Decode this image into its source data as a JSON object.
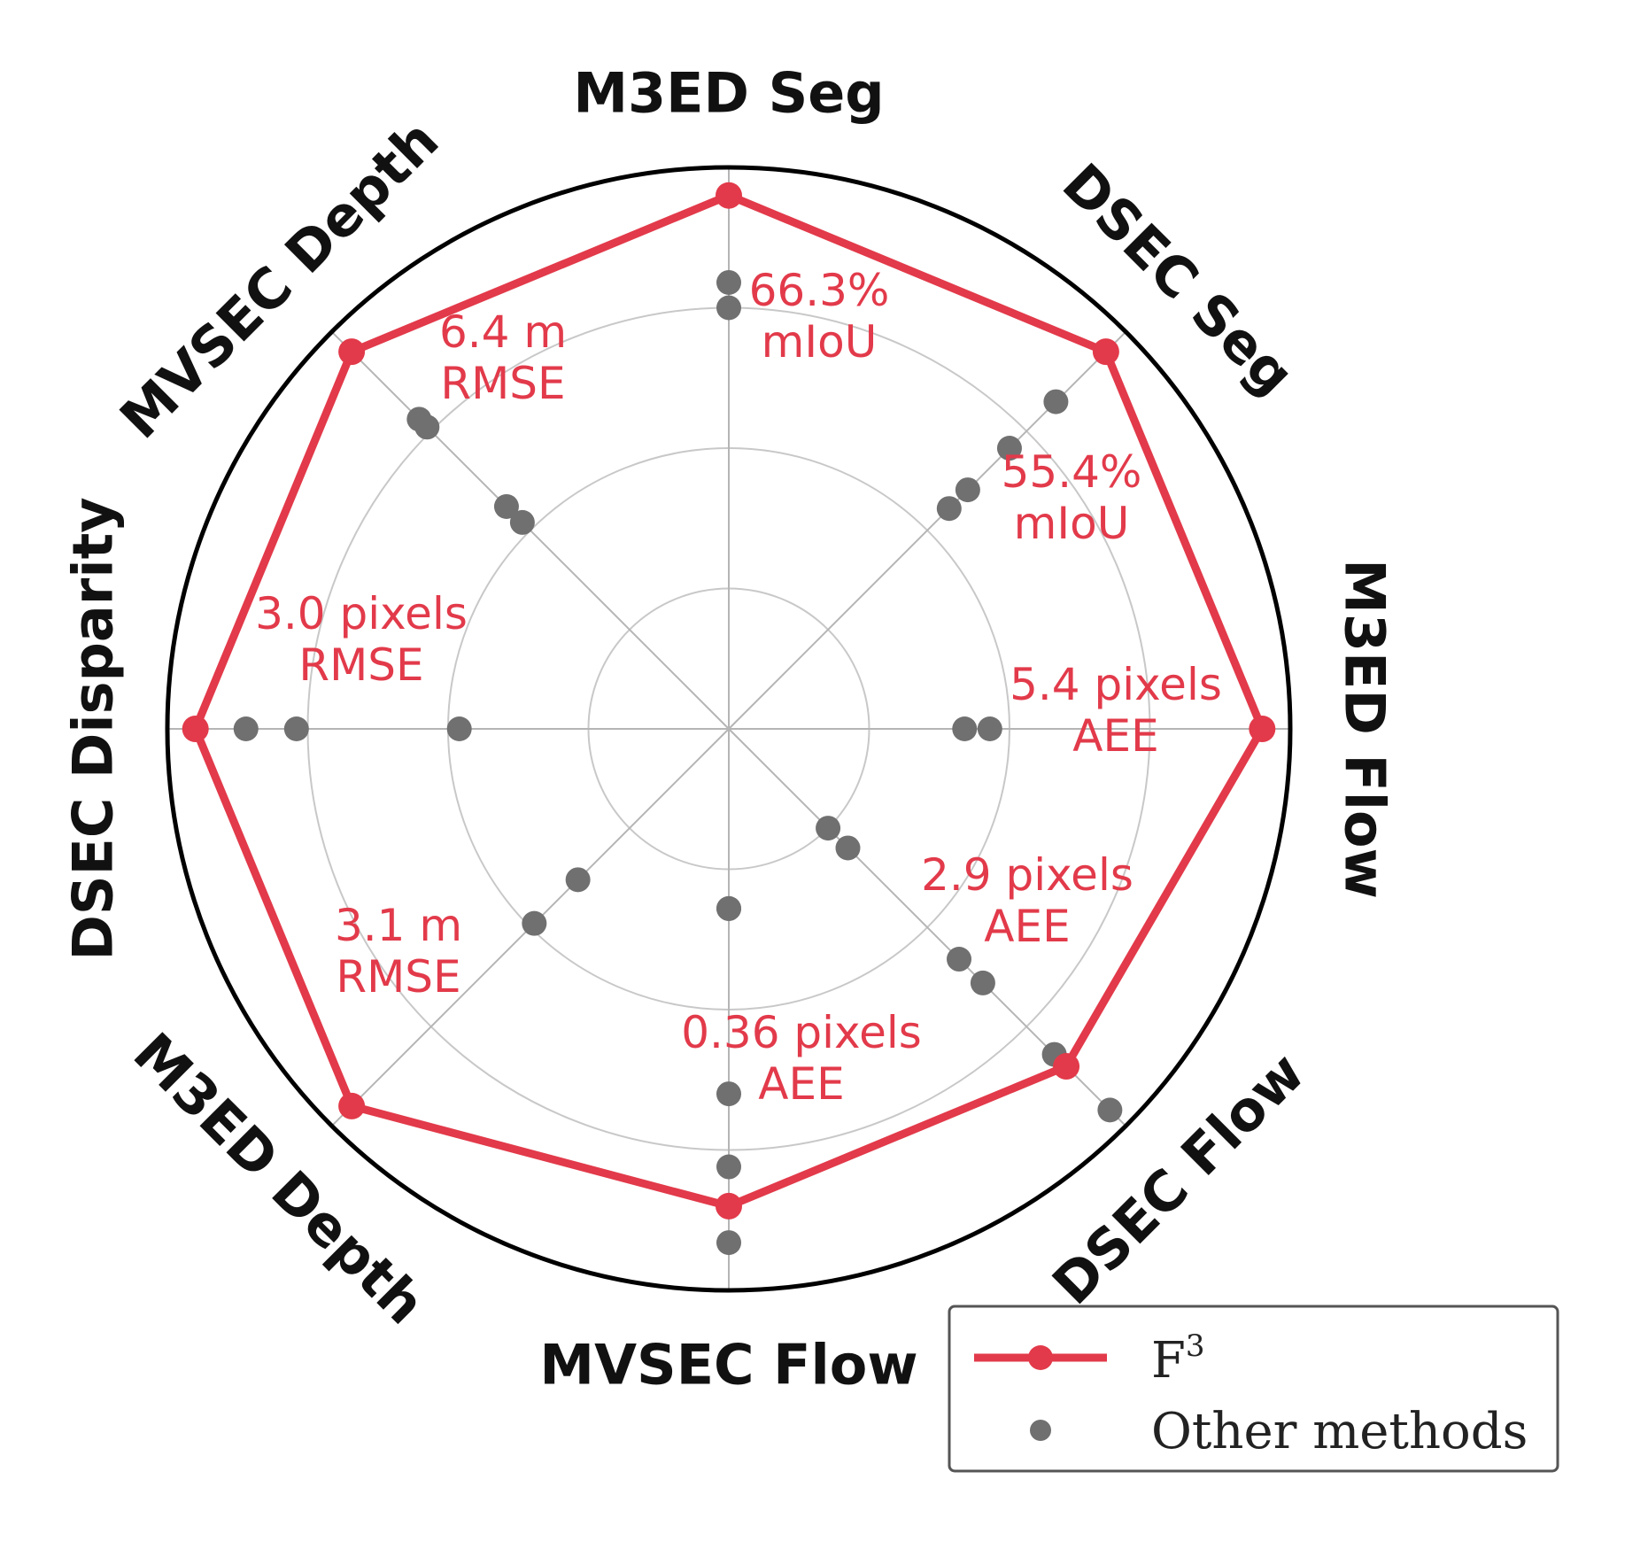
{
  "chart_data": {
    "type": "radar",
    "axes": [
      {
        "name": "M3ED Seg",
        "angle_deg": 90,
        "value_label": [
          "66.3%",
          "mIoU"
        ]
      },
      {
        "name": "DSEC Seg",
        "angle_deg": 45,
        "value_label": [
          "55.4%",
          "mIoU"
        ]
      },
      {
        "name": "M3ED Flow",
        "angle_deg": 0,
        "value_label": [
          "5.4 pixels",
          "AEE"
        ]
      },
      {
        "name": "DSEC Flow",
        "angle_deg": -45,
        "value_label": [
          "2.9 pixels",
          "AEE"
        ]
      },
      {
        "name": "MVSEC Flow",
        "angle_deg": -90,
        "value_label": [
          "0.36 pixels",
          "AEE"
        ]
      },
      {
        "name": "M3ED Depth",
        "angle_deg": -135,
        "value_label": [
          "3.1 m",
          "RMSE"
        ]
      },
      {
        "name": "DSEC Disparity",
        "angle_deg": 180,
        "value_label": [
          "3.0 pixels",
          "RMSE"
        ]
      },
      {
        "name": "MVSEC Depth",
        "angle_deg": 135,
        "value_label": [
          "6.4 m",
          "RMSE"
        ]
      }
    ],
    "r_max": 1.0,
    "grid_rings": [
      0.25,
      0.5,
      0.75
    ],
    "series": [
      {
        "name": "F³",
        "color": "#e23a4a",
        "values": [
          0.95,
          0.95,
          0.95,
          0.85,
          0.85,
          0.95,
          0.95,
          0.95
        ]
      },
      {
        "name": "Other methods",
        "color": "#707070",
        "points": [
          [
            0,
            0.795
          ],
          [
            0,
            0.75
          ],
          [
            1,
            0.824
          ],
          [
            1,
            0.707
          ],
          [
            1,
            0.602
          ],
          [
            1,
            0.555
          ],
          [
            2,
            0.465
          ],
          [
            2,
            0.42
          ],
          [
            3,
            0.96
          ],
          [
            3,
            0.82
          ],
          [
            3,
            0.64
          ],
          [
            3,
            0.58
          ],
          [
            3,
            0.3
          ],
          [
            3,
            0.25
          ],
          [
            4,
            0.32
          ],
          [
            4,
            0.32
          ],
          [
            4,
            0.65
          ],
          [
            4,
            0.78
          ],
          [
            4,
            0.915
          ],
          [
            5,
            0.38
          ],
          [
            5,
            0.49
          ],
          [
            6,
            0.48
          ],
          [
            6,
            0.77
          ],
          [
            6,
            0.86
          ],
          [
            7,
            0.78
          ],
          [
            7,
            0.76
          ],
          [
            7,
            0.56
          ],
          [
            7,
            0.52
          ]
        ]
      }
    ],
    "legend": {
      "position": "bottom-right",
      "entries": [
        "F³",
        "Other methods"
      ]
    }
  },
  "legend": {
    "f3_base": "F",
    "f3_sup": "3",
    "other": "Other methods"
  }
}
